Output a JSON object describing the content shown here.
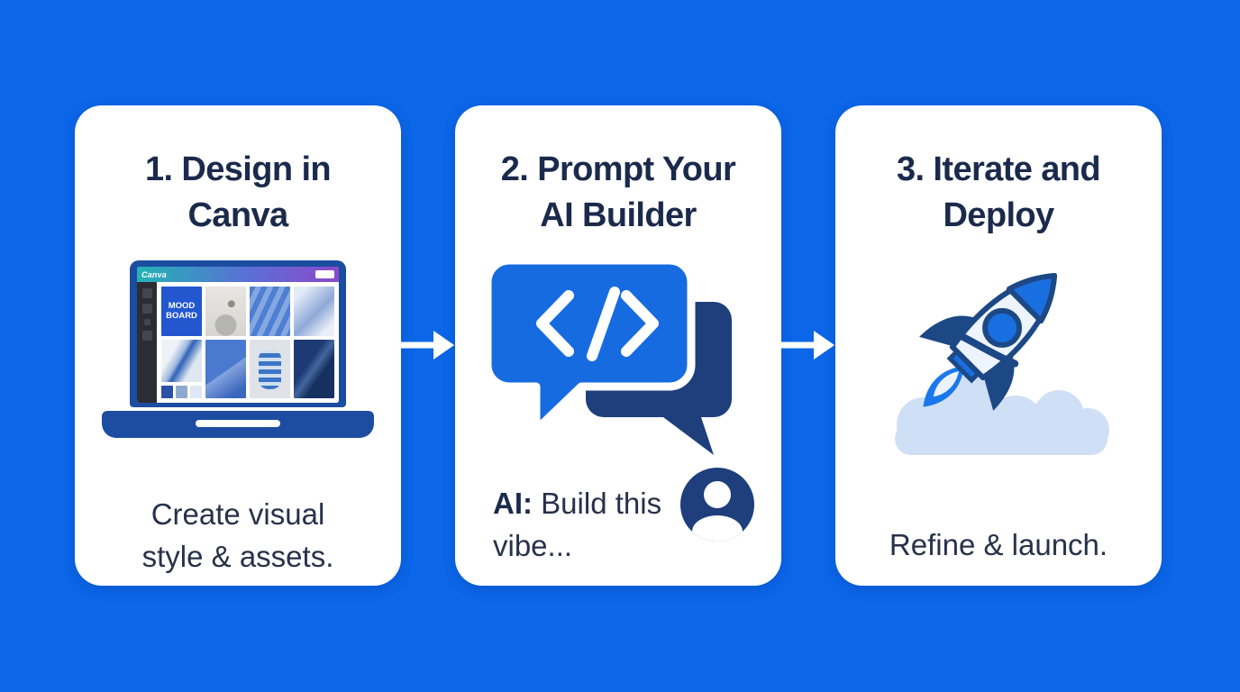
{
  "page": {
    "type": "three-step-process-infographic",
    "background_color": "#0b66e8"
  },
  "cards": [
    {
      "id": "design-in-canva",
      "title": "1. Design in Canva",
      "caption": "Create visual style & assets.",
      "illustration": "laptop-moodboard-illustration",
      "laptop": {
        "logo": "Canva",
        "moodboard_label": "MOOD BOARD"
      }
    },
    {
      "id": "prompt-ai-builder",
      "title": "2. Prompt Your AI Builder",
      "illustration": "chat-bubbles-code-illustration",
      "code_glyph": "</>",
      "caption_bold": "AI:",
      "caption_rest": " Build this vibe...",
      "avatar_icon": "user-avatar-icon"
    },
    {
      "id": "iterate-deploy",
      "title": "3. Iterate and Deploy",
      "caption": "Refine & launch.",
      "illustration": "rocket-launch-illustration"
    }
  ],
  "arrows": [
    {
      "icon": "right-arrow-icon"
    },
    {
      "icon": "right-arrow-icon"
    }
  ],
  "colors": {
    "background": "#0b66e8",
    "card": "#ffffff",
    "title_text": "#1b2a4c",
    "body_text": "#27314a",
    "laptop_frame": "#1c4da1",
    "canva_gradient": [
      "#23b3b5",
      "#5a6fd6",
      "#8c49cb"
    ],
    "moodboard_tile_blue": "#2257d0",
    "bubble_front": "#176be0",
    "bubble_back": "#1e3e7c",
    "avatar": "#1e3e7c",
    "rocket_outline": "#1d4886",
    "rocket_accent": "#1a6fe0",
    "rocket_body": "#eef4fd",
    "cloud": "#cfdff6",
    "arrow": "#ffffff"
  }
}
